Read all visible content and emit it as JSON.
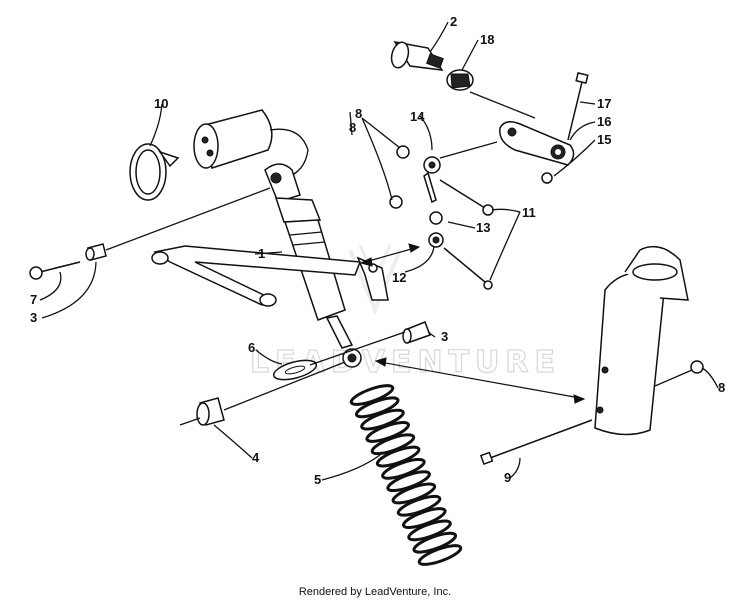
{
  "callouts": [
    "1",
    "2",
    "3",
    "3",
    "4",
    "5",
    "6",
    "7",
    "8",
    "8",
    "8",
    "9",
    "10",
    "11",
    "12",
    "13",
    "14",
    "15",
    "16",
    "17",
    "18"
  ],
  "watermark": {
    "text": "LEADVENTURE"
  },
  "footer": {
    "text": "Rendered by LeadVenture, Inc."
  }
}
